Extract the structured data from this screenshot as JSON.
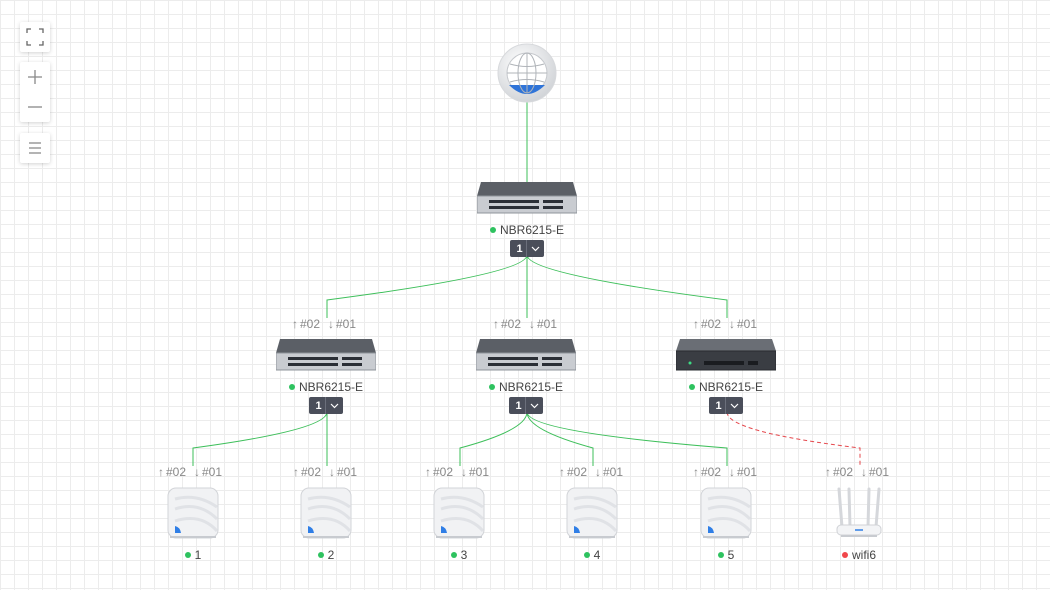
{
  "toolbar": {
    "fullscreen_icon": "fullscreen-icon",
    "zoom_in_icon": "plus-icon",
    "zoom_out_icon": "minus-icon",
    "menu_icon": "list-icon"
  },
  "colors": {
    "link_ok": "#3dbf5a",
    "link_down": "#e5484d",
    "status_online": "#2ec25f",
    "status_offline": "#f0474b"
  },
  "internet": {
    "icon": "globe-icon"
  },
  "root_switch": {
    "name": "NBR6215-E",
    "port": "1",
    "status": "online"
  },
  "switches": [
    {
      "name": "NBR6215-E",
      "port": "1",
      "up": "#02",
      "down": "#01",
      "status": "online"
    },
    {
      "name": "NBR6215-E",
      "port": "1",
      "up": "#02",
      "down": "#01",
      "status": "online"
    },
    {
      "name": "NBR6215-E",
      "port": "1",
      "up": "#02",
      "down": "#01",
      "status": "online"
    }
  ],
  "access_points": [
    {
      "name": "1",
      "up": "#02",
      "down": "#01",
      "status": "online"
    },
    {
      "name": "2",
      "up": "#02",
      "down": "#01",
      "status": "online"
    },
    {
      "name": "3",
      "up": "#02",
      "down": "#01",
      "status": "online"
    },
    {
      "name": "4",
      "up": "#02",
      "down": "#01",
      "status": "online"
    },
    {
      "name": "5",
      "up": "#02",
      "down": "#01",
      "status": "online"
    },
    {
      "name": "wifi6",
      "up": "#02",
      "down": "#01",
      "status": "offline"
    }
  ],
  "arrows": {
    "up": "↑",
    "down": "↓"
  }
}
